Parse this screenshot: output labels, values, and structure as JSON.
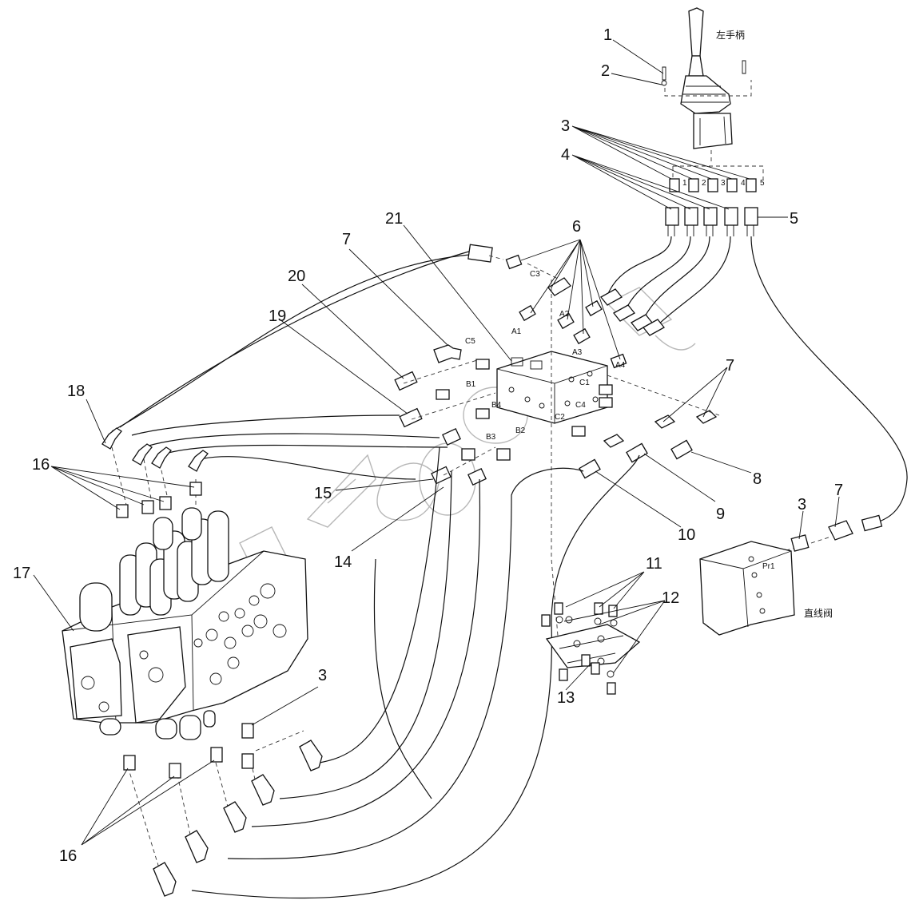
{
  "callouts": [
    "1",
    "2",
    "3",
    "4",
    "5",
    "6",
    "7",
    "8",
    "9",
    "10",
    "11",
    "12",
    "13",
    "14",
    "15",
    "16",
    "17",
    "18",
    "19",
    "20",
    "21"
  ],
  "ports": {
    "a1": "A1",
    "a2": "A2",
    "a3": "A3",
    "a4": "A4",
    "b1": "B1",
    "b2": "B2",
    "b3": "B3",
    "b4": "B4",
    "c1": "C1",
    "c2": "C2",
    "c3": "C3",
    "c4": "C4",
    "c5": "C5",
    "pr1": "Pr1"
  },
  "pilot_ports": [
    "1",
    "2",
    "3",
    "4",
    "5"
  ],
  "chinese_labels": {
    "left_handle": "左手柄",
    "straight_valve": "直线阀"
  },
  "watermark": "Autos"
}
